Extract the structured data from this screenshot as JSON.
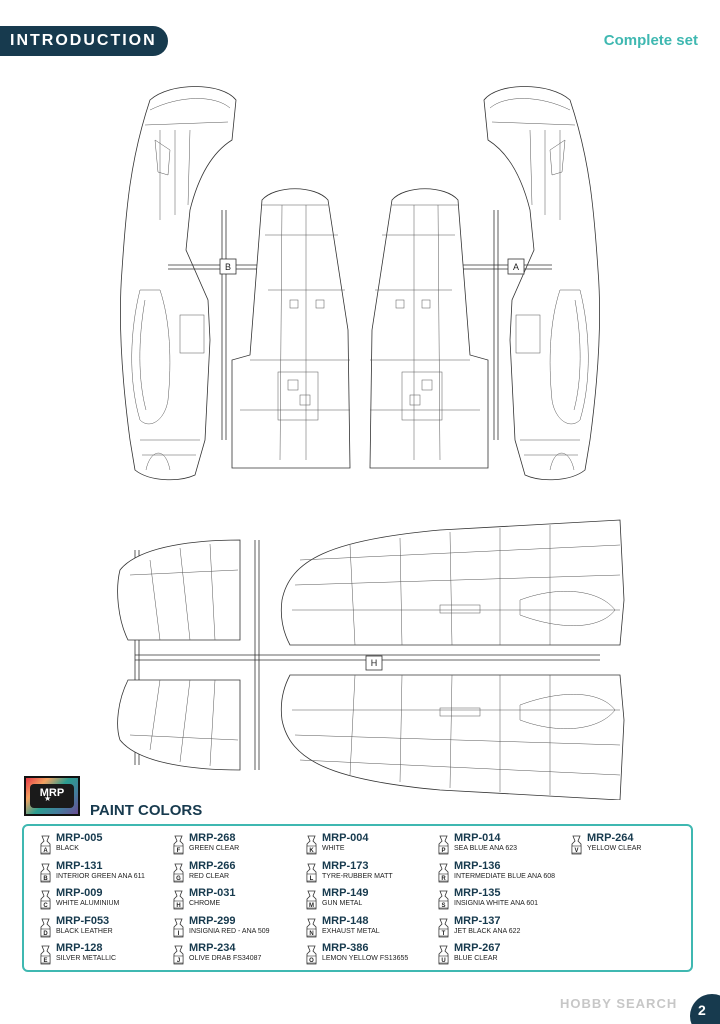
{
  "header": {
    "section_title": "INTRODUCTION",
    "set_label": "Complete set"
  },
  "sprue_labels": {
    "left": "B",
    "right": "A",
    "bottom": "H"
  },
  "logo": {
    "text": "MRP"
  },
  "paint_section": {
    "title": "PAINT COLORS",
    "columns": [
      [
        {
          "letter": "A",
          "code": "MRP-005",
          "name": "BLACK"
        },
        {
          "letter": "B",
          "code": "MRP-131",
          "name": "INTERIOR GREEN ANA 611"
        },
        {
          "letter": "C",
          "code": "MRP-009",
          "name": "WHITE ALUMINIUM"
        },
        {
          "letter": "D",
          "code": "MRP-F053",
          "name": "BLACK LEATHER"
        },
        {
          "letter": "E",
          "code": "MRP-128",
          "name": "SILVER METALLIC"
        }
      ],
      [
        {
          "letter": "F",
          "code": "MRP-268",
          "name": "GREEN CLEAR"
        },
        {
          "letter": "G",
          "code": "MRP-266",
          "name": "RED CLEAR"
        },
        {
          "letter": "H",
          "code": "MRP-031",
          "name": "CHROME"
        },
        {
          "letter": "I",
          "code": "MRP-299",
          "name": "INSIGNIA RED - ANA 509"
        },
        {
          "letter": "J",
          "code": "MRP-234",
          "name": "OLIVE DRAB FS34087"
        }
      ],
      [
        {
          "letter": "K",
          "code": "MRP-004",
          "name": "WHITE"
        },
        {
          "letter": "L",
          "code": "MRP-173",
          "name": "TYRE-RUBBER MATT"
        },
        {
          "letter": "M",
          "code": "MRP-149",
          "name": "GUN METAL"
        },
        {
          "letter": "N",
          "code": "MRP-148",
          "name": "EXHAUST METAL"
        },
        {
          "letter": "O",
          "code": "MRP-386",
          "name": "LEMON YELLOW FS13655"
        }
      ],
      [
        {
          "letter": "P",
          "code": "MRP-014",
          "name": "SEA BLUE ANA 623"
        },
        {
          "letter": "R",
          "code": "MRP-136",
          "name": "INTERMEDIATE BLUE ANA 608"
        },
        {
          "letter": "S",
          "code": "MRP-135",
          "name": "INSIGNIA WHITE ANA 601"
        },
        {
          "letter": "T",
          "code": "MRP-137",
          "name": "JET BLACK ANA 622"
        },
        {
          "letter": "U",
          "code": "MRP-267",
          "name": "BLUE CLEAR"
        }
      ],
      [
        {
          "letter": "V",
          "code": "MRP-264",
          "name": "YELLOW CLEAR"
        }
      ]
    ]
  },
  "page_number": "2",
  "watermark": "HOBBY SEARCH",
  "colors": {
    "navy": "#173a4e",
    "teal": "#3fb8b1"
  }
}
